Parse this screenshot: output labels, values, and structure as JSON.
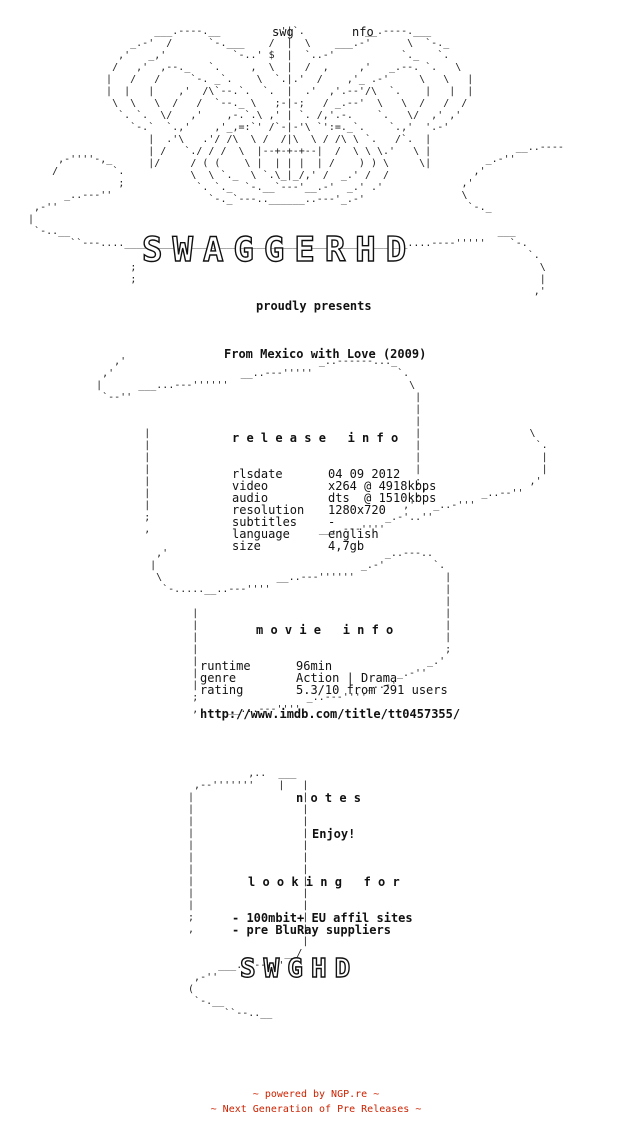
{
  "header": {
    "left_tag": "swg",
    "right_tag": "nfo",
    "logo_text": "SWAGGERHD",
    "presents": "proudly presents",
    "movie_title": "From Mexico with Love (2009)"
  },
  "release_info": {
    "heading": "r e l e a s e   i n f o",
    "rows": [
      {
        "key": "rlsdate",
        "value": "04 09 2012"
      },
      {
        "key": "video",
        "value": "x264 @ 4918kbps"
      },
      {
        "key": "audio",
        "value": "dts  @ 1510kbps"
      },
      {
        "key": "resolution",
        "value": "1280x720"
      },
      {
        "key": "subtitles",
        "value": "-"
      },
      {
        "key": "language",
        "value": "english"
      },
      {
        "key": "size",
        "value": "4,7gb"
      }
    ]
  },
  "movie_info": {
    "heading": "m o v i e   i n f o",
    "rows": [
      {
        "key": "runtime",
        "value": "96min"
      },
      {
        "key": "genre",
        "value": "Action | Drama"
      },
      {
        "key": "rating",
        "value": "5.3/10 from 291 users"
      }
    ],
    "url": "http://www.imdb.com/title/tt0457355/"
  },
  "notes": {
    "heading": "n o t e s",
    "text": "Enjoy!",
    "looking_heading": "l o o k i n g   f o r",
    "items": [
      "- 100mbit+ EU affil sites",
      "- pre BluRay suppliers"
    ],
    "small_logo": "SWGHD"
  },
  "footer": {
    "line1": "~ powered by NGP.re ~",
    "line2": "~ Next Generation of Pre Releases ~",
    "color": "#cc2200"
  }
}
